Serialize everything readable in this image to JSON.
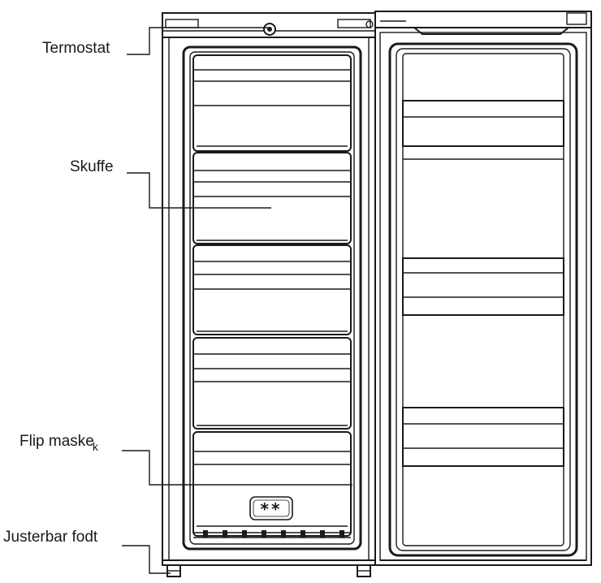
{
  "labels": {
    "thermostat": "Termostat",
    "drawer": "Skuffe",
    "flap_main": "Flip maske",
    "flap_suffix": "k",
    "foot": "Justerbar fodt"
  },
  "icons": {
    "freezer_rating": "two-star-freezer-rating-icon",
    "thermostat_knob": "thermostat-knob-icon"
  },
  "freezer_stars": "**",
  "colors": {
    "line": "#1a1a1a",
    "background": "#ffffff"
  }
}
